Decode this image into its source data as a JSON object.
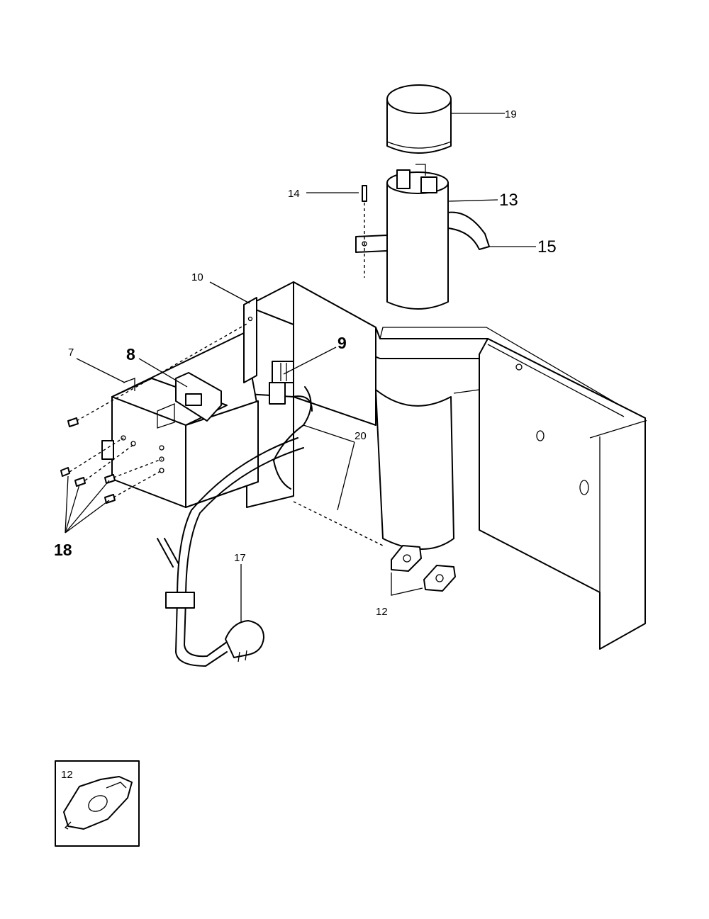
{
  "callouts": {
    "c7": "7",
    "c8": "8",
    "c9": "9",
    "c10": "10",
    "c12": "12",
    "c13": "13",
    "c14": "14",
    "c15": "15",
    "c17": "17",
    "c18": "18",
    "c19": "19",
    "c20": "20",
    "inset_12": "12"
  }
}
